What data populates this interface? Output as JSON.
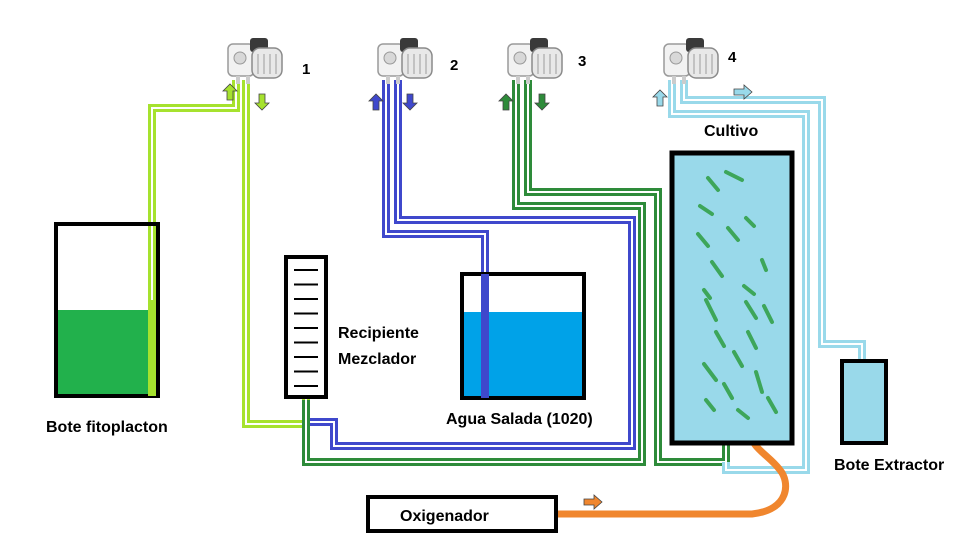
{
  "pumps": [
    {
      "number": "1"
    },
    {
      "number": "2"
    },
    {
      "number": "3"
    },
    {
      "number": "4"
    }
  ],
  "labels": {
    "phyto": "Bote fitoplacton",
    "mixer": "Recipiente\nMezclador",
    "mixer_line1": "Recipiente",
    "mixer_line2": "Mezclador",
    "saltwater": "Agua Salada (1020)",
    "culture": "Cultivo",
    "extractor": "Bote Extractor",
    "oxygenator": "Oxigenador"
  },
  "colors": {
    "phyto_line": "#a6e22e",
    "saltwater_line": "#3f48cc",
    "culture_line": "#2e8b3a",
    "extractor_line": "#99d9ea",
    "oxygen_line": "#f0862e",
    "phyto_liquid": "#22b14c",
    "saltwater_liquid": "#00a2e8",
    "culture_liquid": "#99d9ea",
    "algae": "#3da65a"
  },
  "icons": {
    "pump": "peristaltic-pump-icon",
    "arrow_up": "arrow-up-icon",
    "arrow_down": "arrow-down-icon",
    "arrow_right": "arrow-right-icon"
  }
}
